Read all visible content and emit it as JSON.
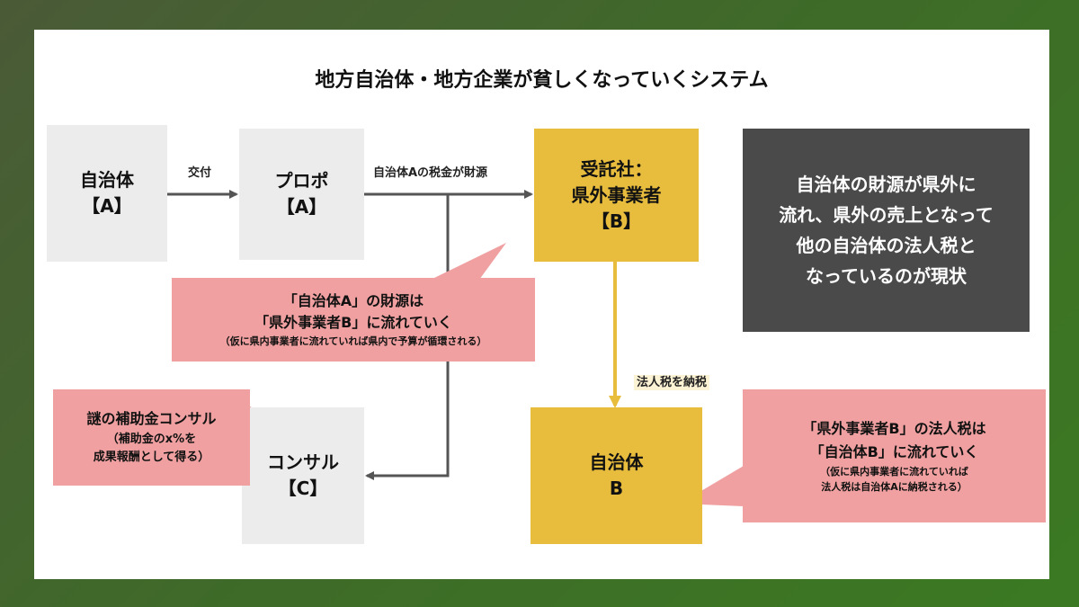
{
  "title": "地方自治体・地方企業が貧しくなっていくシステム",
  "nodes": {
    "jichitai_a": {
      "line1": "自治体",
      "line2": "【A】"
    },
    "puropo": {
      "line1": "プロポ",
      "line2": "【A】"
    },
    "jutakusha": {
      "line1": "受託社：",
      "line2": "県外事業者",
      "line3": "【B】"
    },
    "consul": {
      "line1": "コンサル",
      "line2": "【C】"
    },
    "jichitai_b": {
      "line1": "自治体",
      "line2": "B"
    }
  },
  "edges": {
    "koufu": "交付",
    "zaigen": "自治体Aの税金が財源",
    "nozei": "法人税を納税"
  },
  "summary": {
    "lines": [
      "自治体の財源が県外に",
      "流れ、県外の売上となって",
      "他の自治体の法人税と",
      "なっているのが現状"
    ]
  },
  "callouts": {
    "flow_a": {
      "line1": "「自治体A」の財源は",
      "line2": "「県外事業者B」に流れていく",
      "note": "（仮に県内事業者に流れていれば県内で予算が循環される）"
    },
    "consul": {
      "line1": "謎の補助金コンサル",
      "line2": "（補助金のx%を",
      "line3": "成果報酬として得る）"
    },
    "tax": {
      "line1": "「県外事業者B」の法人税は",
      "line2": "「自治体B」に流れていく",
      "note1": "（仮に県内事業者に流れていれば",
      "note2": "法人税は自治体Aに納税される）"
    }
  },
  "colors": {
    "background_gradient": [
      "#4a5a37",
      "#3b7a22"
    ],
    "gray_box": "#ececec",
    "yellow_box": "#e8bd3e",
    "dark_box": "#4a4a4a",
    "pink_callout": "#f0a0a0",
    "arrow_gray": "#555555",
    "arrow_yellow": "#e8bd3e"
  }
}
